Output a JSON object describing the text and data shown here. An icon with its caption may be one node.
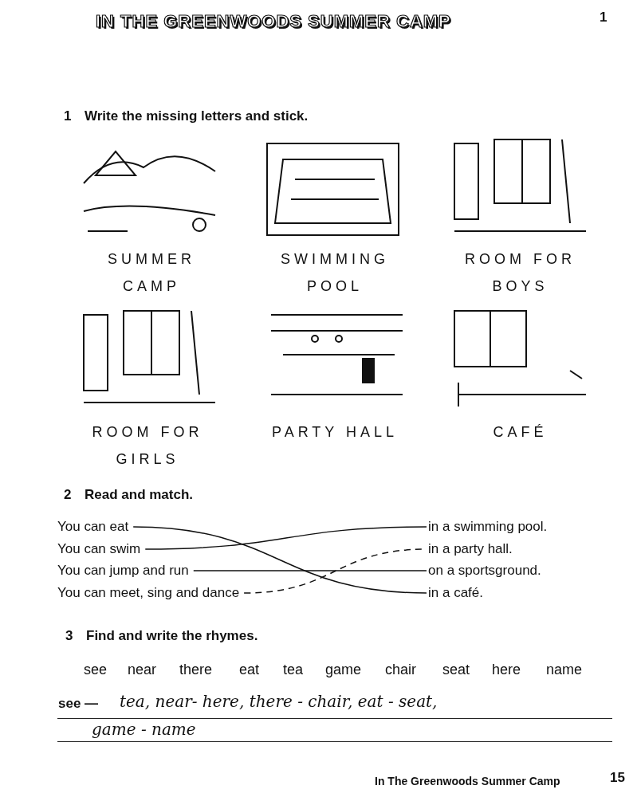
{
  "diagram": {
    "title": "IN THE GREENWOODS SUMMER CAMP",
    "nodes": [
      {
        "text": [
          "You can eat"
        ]
      },
      {
        "text": [
          "You can swim"
        ]
      },
      {
        "text": [
          "You can jump and run"
        ]
      },
      {
        "text": [
          "You can meet, sing and dance"
        ]
      },
      {
        "text": [
          "in a swimming pool."
        ]
      },
      {
        "text": [
          "in a party hall."
        ]
      },
      {
        "text": [
          "on a sportsground."
        ]
      },
      {
        "text": [
          "in a café."
        ]
      }
    ],
    "edges": [
      {
        "from": 0,
        "to": 7,
        "arrow": "none"
      },
      {
        "from": 1,
        "to": 4,
        "arrow": "none"
      },
      {
        "from": 2,
        "to": 6,
        "arrow": "none"
      },
      {
        "from": 3,
        "to": 5,
        "arrow": "none",
        "style": "dashed"
      }
    ],
    "labels": [
      "1",
      "1",
      "Write the missing letters and stick.",
      "SUMMER CAMP",
      "SWIMMING POOL",
      "ROOM FOR BOYS",
      "ROOM FOR GIRLS",
      "PARTY HALL",
      "CAFÉ",
      "2",
      "Read and match.",
      "3",
      "Find and write the rhymes.",
      "see",
      "near",
      "there",
      "eat",
      "tea",
      "game",
      "chair",
      "seat",
      "here",
      "name",
      "see —",
      "tea, near- here, there - chair, eat - seat,",
      "game - name",
      "In The Greenwoods Summer Camp",
      "15"
    ]
  }
}
